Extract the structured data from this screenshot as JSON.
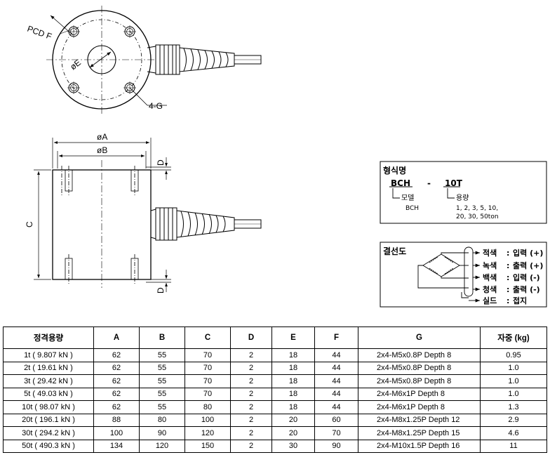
{
  "top_view": {
    "pcd_label": "PCD F",
    "diameter_e_label": "øE",
    "holes_label": "4-G"
  },
  "side_view": {
    "dim_a_label": "øA",
    "dim_b_label": "øB",
    "dim_c_label": "C",
    "dim_d_top_label": "D",
    "dim_d_bottom_label": "D"
  },
  "model_box": {
    "title": "형식명",
    "model_code": "BCH",
    "separator": "-",
    "capacity_code": "10T",
    "model_caption": "모델",
    "capacity_caption": "용량",
    "model_value": "BCH",
    "capacity_values_line1": "1, 2, 3, 5, 10,",
    "capacity_values_line2": "20, 30, 50ton"
  },
  "wiring_box": {
    "title": "결선도",
    "wires": [
      {
        "color_name": "적색",
        "function": "입력 (+)"
      },
      {
        "color_name": "녹색",
        "function": "출력 (+)"
      },
      {
        "color_name": "백색",
        "function": "입력 (-)"
      },
      {
        "color_name": "청색",
        "function": "출력 (-)"
      },
      {
        "color_name": "실드",
        "function": "접지"
      }
    ]
  },
  "table": {
    "headers": [
      "정격용량",
      "A",
      "B",
      "C",
      "D",
      "E",
      "F",
      "G",
      "자중 (kg)"
    ],
    "rows": [
      [
        "1t ( 9.807 kN )",
        "62",
        "55",
        "70",
        "2",
        "18",
        "44",
        "2x4-M5x0.8P Depth 8",
        "0.95"
      ],
      [
        "2t ( 19.61 kN )",
        "62",
        "55",
        "70",
        "2",
        "18",
        "44",
        "2x4-M5x0.8P Depth 8",
        "1.0"
      ],
      [
        "3t ( 29.42 kN )",
        "62",
        "55",
        "70",
        "2",
        "18",
        "44",
        "2x4-M5x0.8P Depth 8",
        "1.0"
      ],
      [
        "5t ( 49.03 kN )",
        "62",
        "55",
        "70",
        "2",
        "18",
        "44",
        "2x4-M6x1P Depth 8",
        "1.0"
      ],
      [
        "10t ( 98.07 kN )",
        "62",
        "55",
        "80",
        "2",
        "18",
        "44",
        "2x4-M6x1P Depth 8",
        "1.3"
      ],
      [
        "20t ( 196.1 kN )",
        "88",
        "80",
        "100",
        "2",
        "20",
        "60",
        "2x4-M8x1.25P Depth 12",
        "2.9"
      ],
      [
        "30t ( 294.2 kN )",
        "100",
        "90",
        "120",
        "2",
        "20",
        "70",
        "2x4-M8x1.25P Depth 15",
        "4.6"
      ],
      [
        "50t ( 490.3 kN )",
        "134",
        "120",
        "150",
        "2",
        "30",
        "90",
        "2x4-M10x1.5P Depth 16",
        "11"
      ]
    ]
  }
}
